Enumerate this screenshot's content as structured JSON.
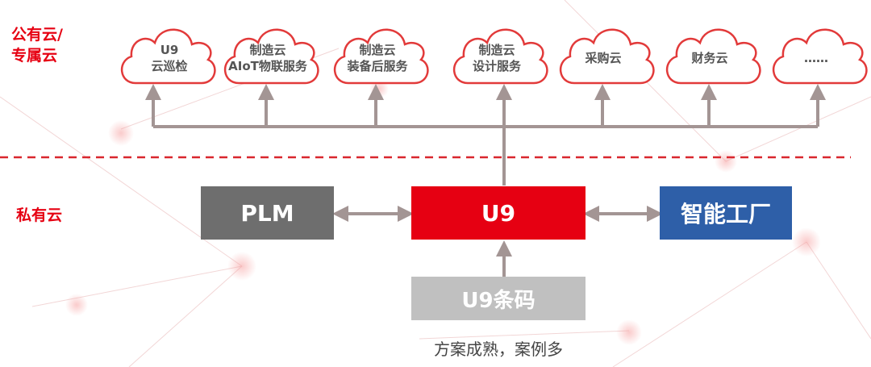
{
  "labels": {
    "public_cloud": "公有云/\n专属云",
    "private_cloud": "私有云"
  },
  "clouds": [
    {
      "text": "U9\n云巡检"
    },
    {
      "text": "制造云\nAIoT物联服务"
    },
    {
      "text": "制造云\n装备后服务"
    },
    {
      "text": "制造云\n设计服务"
    },
    {
      "text": "采购云"
    },
    {
      "text": "财务云"
    },
    {
      "text": "……"
    }
  ],
  "boxes": {
    "plm": "PLM",
    "u9": "U9",
    "smart_factory": "智能工厂",
    "u9_barcode": "U9条码"
  },
  "caption": "方案成熟，案例多",
  "colors": {
    "red": "#e60012",
    "plm_gray": "#6e6e6e",
    "factory_blue": "#2e5fa8",
    "barcode_gray": "#c0c0c0",
    "connector": "#a39594",
    "divider": "#d9272e"
  }
}
